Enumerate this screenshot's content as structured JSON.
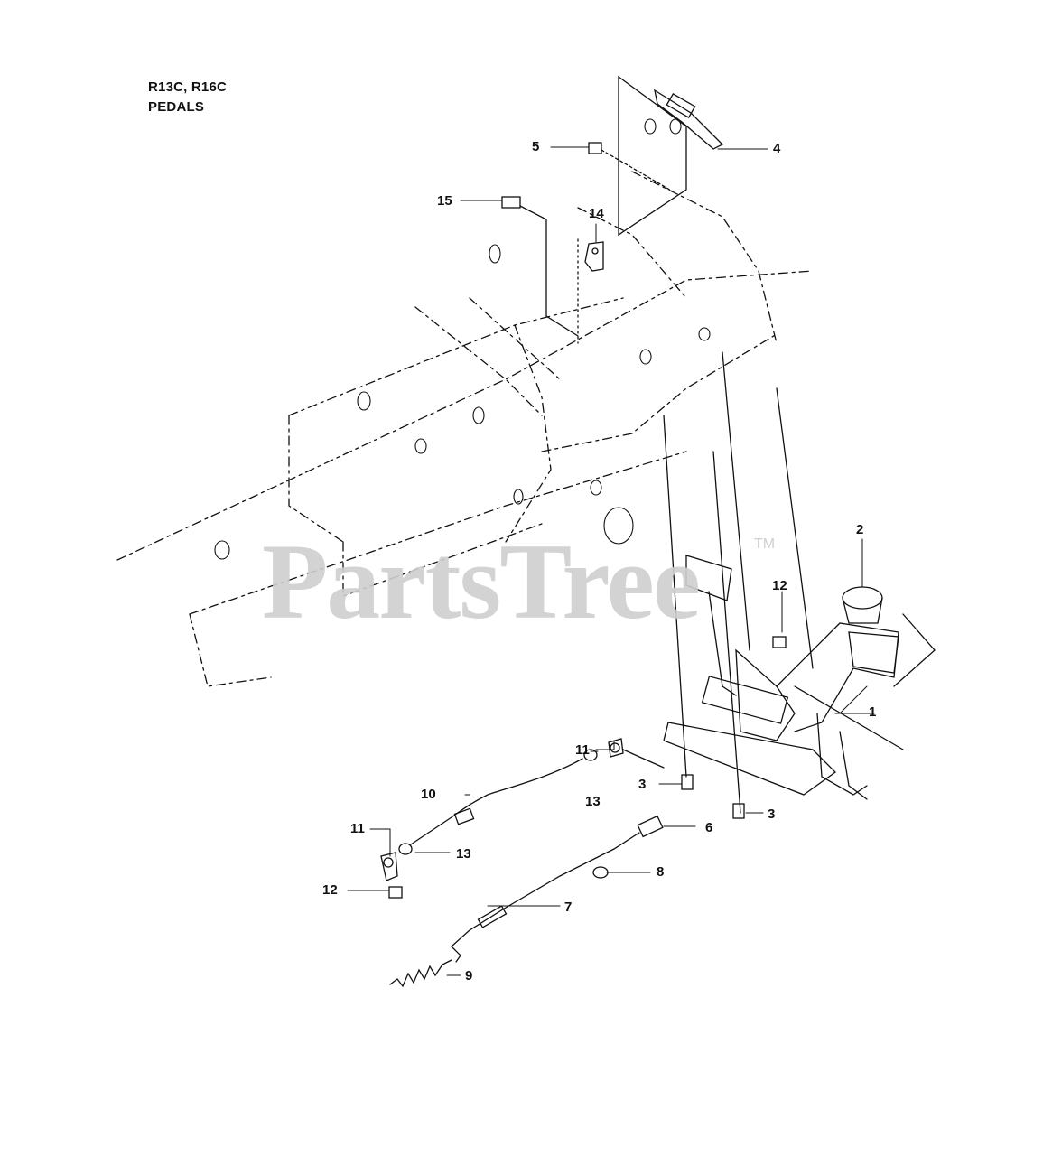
{
  "header": {
    "models": "R13C, R16C",
    "section": "PEDALS"
  },
  "watermark": {
    "brand": "PartsTree",
    "trademark": "TM"
  },
  "callouts": {
    "c1": "1",
    "c2": "2",
    "c3a": "3",
    "c3b": "3",
    "c4": "4",
    "c5": "5",
    "c6": "6",
    "c7": "7",
    "c8": "8",
    "c9": "9",
    "c10": "10",
    "c11a": "11",
    "c11b": "11",
    "c12a": "12",
    "c12b": "12",
    "c13a": "13",
    "c13b": "13",
    "c14": "14",
    "c15": "15"
  },
  "colors": {
    "line": "#111111",
    "watermark": "#cfcfcf"
  }
}
